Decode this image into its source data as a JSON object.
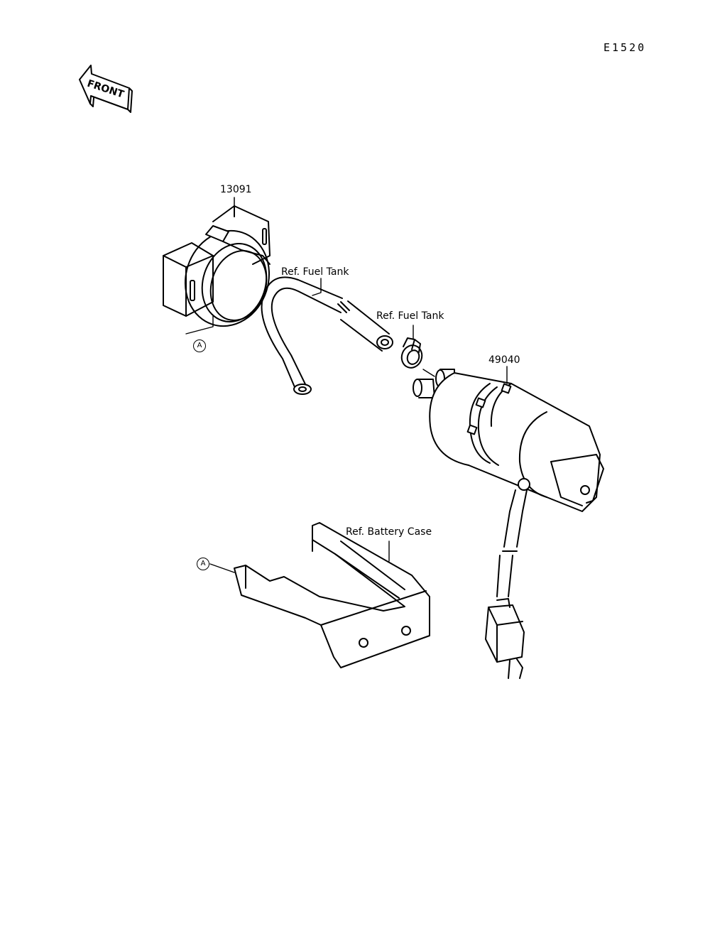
{
  "diagram_code": "E1520",
  "front_arrow": {
    "text": "FRONT",
    "icon": "front-arrow-icon"
  },
  "parts": [
    {
      "id": "bracket",
      "label": "13091"
    },
    {
      "id": "fuel-pump",
      "label": "49040"
    }
  ],
  "refs": {
    "fuel_tank_hose": "Ref. Fuel Tank",
    "fuel_tank_clamp": "Ref. Fuel Tank",
    "battery_case": "Ref. Battery Case"
  },
  "markers": {
    "a_top": "A",
    "a_bottom": "A"
  },
  "colors": {
    "stroke": "#000000",
    "fill": "#ffffff"
  }
}
